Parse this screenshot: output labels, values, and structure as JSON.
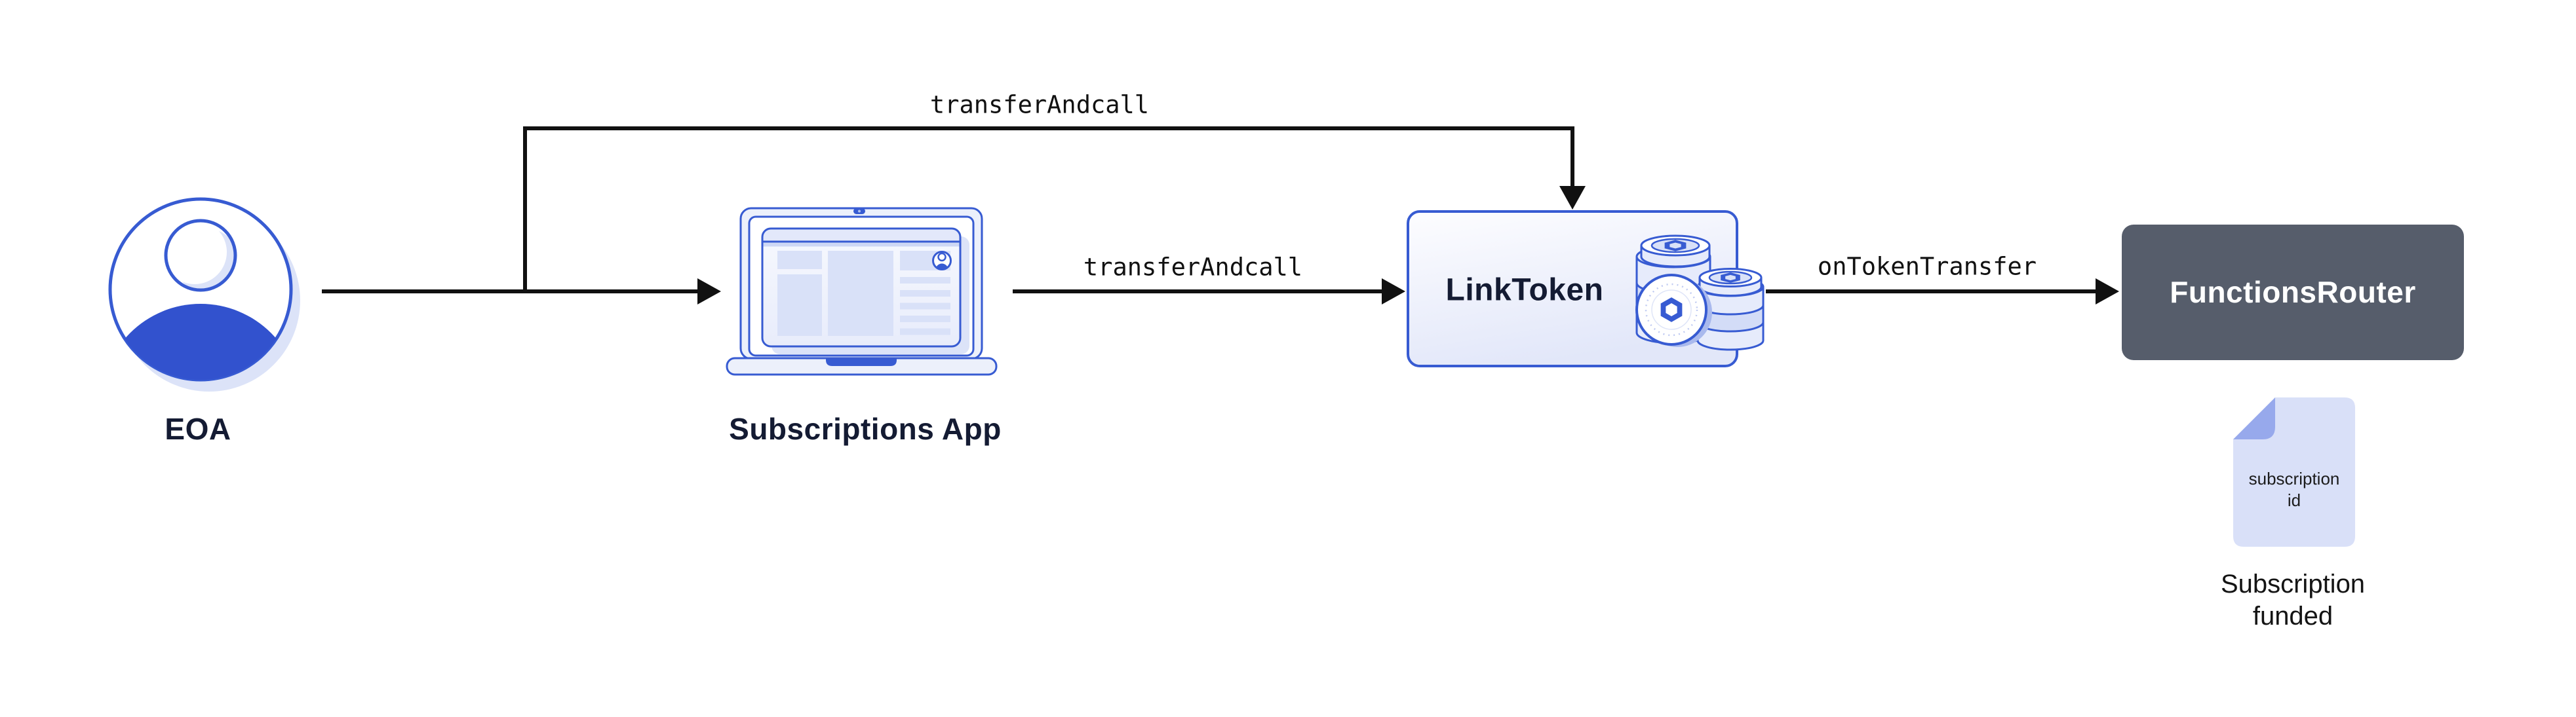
{
  "diagram": {
    "title_hint": "token transfer funding flow",
    "colors": {
      "bg_white": "#ffffff",
      "line_black": "#111111",
      "stroke_blue": "#375BD2",
      "fill_blue": "#3252CE",
      "title_navy": "#141B33",
      "router_gray": "#565D6B",
      "panel_light": "#ECF0FB",
      "panel_lighter": "#D9E1F8",
      "toolbar_fill": "#E3E8FA",
      "toolbar_strip": "#C7D2F3",
      "shadow_fill": "#DCE3F8",
      "band_light": "#E6EBFB",
      "band_dark": "#D3DCF7",
      "coin_shadow": "#A9B9ED",
      "dot_ring": "#C0CBF2",
      "doc_fill": "#D9E0F8",
      "doc_fold": "#97A9EC",
      "doc_text": "#1c1c1c",
      "caption_black": "#141414"
    },
    "nodes": {
      "eoa": {
        "label": "EOA",
        "icon": "user-avatar-icon"
      },
      "subscriptions_app": {
        "label": "Subscriptions App",
        "icon": "laptop-browser-icon"
      },
      "link_token": {
        "label": "LinkToken",
        "icon": "coin-stack-icon"
      },
      "functions_router": {
        "label": "FunctionsRouter"
      },
      "subscription_doc": {
        "icon": "document-icon",
        "doc_line1": "subscription",
        "doc_line2": "id",
        "caption_line1": "Subscription",
        "caption_line2": "funded"
      }
    },
    "edges": [
      {
        "from": "eoa",
        "to": "link_token",
        "label": "transferAndcall",
        "route": "branch-up-over-down"
      },
      {
        "from": "eoa",
        "to": "subscriptions_app",
        "label": ""
      },
      {
        "from": "subscriptions_app",
        "to": "link_token",
        "label": "transferAndcall"
      },
      {
        "from": "link_token",
        "to": "functions_router",
        "label": "onTokenTransfer"
      }
    ]
  }
}
